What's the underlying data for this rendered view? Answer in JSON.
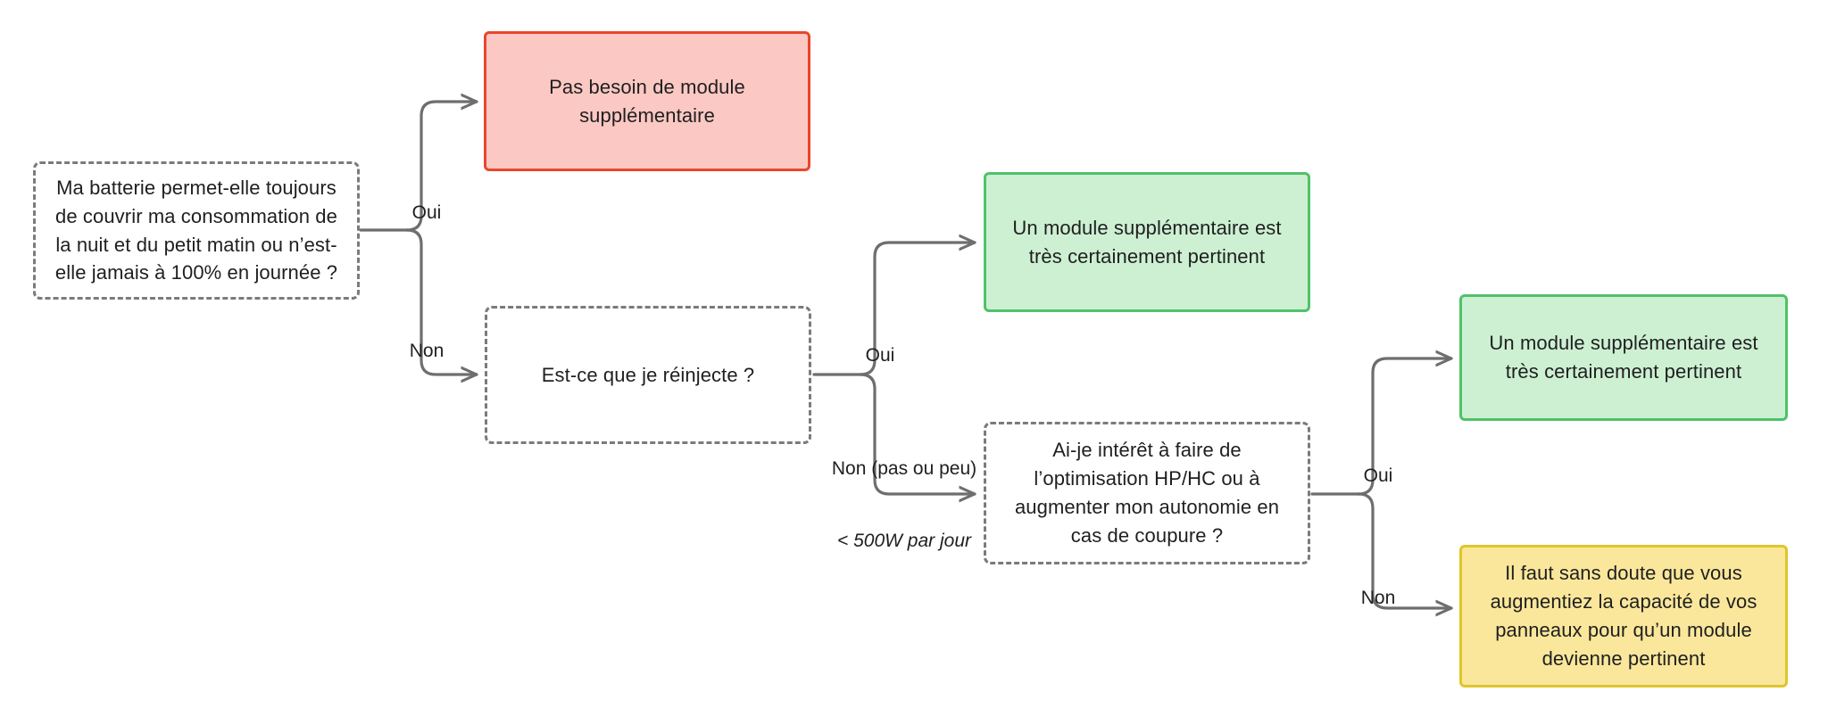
{
  "diagram": {
    "type": "flowchart",
    "title": "Arbre de decision module batterie supplementaire",
    "background_color": "#ffffff",
    "edge_color": "#6e6e6e",
    "colors": {
      "decision_border": "#7b7b7b",
      "red_fill": "#fcc8c3",
      "red_border": "#e8472b",
      "green_fill": "#cdf0d3",
      "green_border": "#4fc26a",
      "yellow_fill": "#fae79b",
      "yellow_border": "#ddc62c",
      "text": "#1f1f1f"
    },
    "nodes": [
      {
        "id": "q1",
        "shape": "decision-dashed",
        "text": "Ma batterie permet-elle toujours de couvrir ma consommation de la nuit et du petit matin ou n’est-elle jamais à 100% en journée ?"
      },
      {
        "id": "r1",
        "shape": "terminal-red",
        "text": "Pas besoin de module supplémentaire"
      },
      {
        "id": "q2",
        "shape": "decision-dashed",
        "text": "Est-ce que je réinjecte ?"
      },
      {
        "id": "r2",
        "shape": "terminal-green",
        "text": "Un module supplémentaire est très certainement pertinent"
      },
      {
        "id": "q3",
        "shape": "decision-dashed",
        "text": "Ai-je intérêt à faire de l’optimisation HP/HC ou à augmenter mon autonomie en cas de coupure ?"
      },
      {
        "id": "r3",
        "shape": "terminal-green",
        "text": "Un module supplémentaire est très certainement pertinent"
      },
      {
        "id": "r4",
        "shape": "terminal-yellow",
        "text": "Il faut sans doute que vous augmentiez la capacité de vos panneaux pour qu’un module devienne pertinent"
      }
    ],
    "edges": [
      {
        "id": "e1",
        "from": "q1",
        "to": "r1",
        "label": "Oui"
      },
      {
        "id": "e2",
        "from": "q1",
        "to": "q2",
        "label": "Non"
      },
      {
        "id": "e3",
        "from": "q2",
        "to": "r2",
        "label": "Oui"
      },
      {
        "id": "e4",
        "from": "q2",
        "to": "q3",
        "label": "Non (pas ou peu)",
        "label_italic": "< 500W par jour"
      },
      {
        "id": "e5",
        "from": "q3",
        "to": "r3",
        "label": "Oui"
      },
      {
        "id": "e6",
        "from": "q3",
        "to": "r4",
        "label": "Non"
      }
    ]
  }
}
